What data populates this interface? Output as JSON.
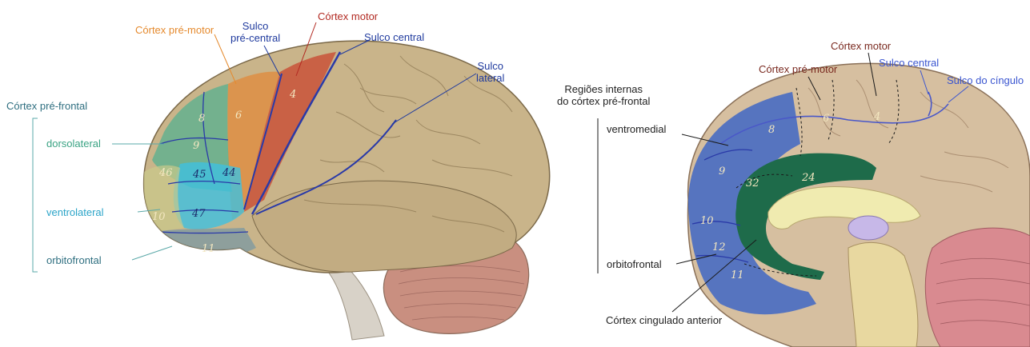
{
  "left_panel": {
    "labels": {
      "cortex_pre_motor": "Córtex pré-motor",
      "sulco_pre_central": "Sulco\npré-central",
      "cortex_motor": "Córtex motor",
      "sulco_central": "Sulco central",
      "sulco_lateral": "Sulco\nlateral",
      "cortex_pre_frontal": "Córtex pré-frontal",
      "dorsolateral": "dorsolateral",
      "ventrolateral": "ventrolateral",
      "orbitofrontal": "orbitofrontal"
    },
    "areas": {
      "a4": "4",
      "a6": "6",
      "a8": "8",
      "a9": "9",
      "a46": "46",
      "a45": "45",
      "a44": "44",
      "a47": "47",
      "a10": "10",
      "a11": "11"
    }
  },
  "right_panel": {
    "labels": {
      "cortex_motor": "Córtex motor",
      "cortex_pre_motor": "Córtex pré-motor",
      "sulco_central": "Sulco central",
      "sulco_cingulo": "Sulco do cíngulo",
      "regioes_internas": "Regiões internas\ndo córtex pré-frontal",
      "ventromedial": "ventromedial",
      "orbitofrontal": "orbitofrontal",
      "cortex_cingulado_anterior": "Córtex cingulado anterior"
    },
    "areas": {
      "a6": "6",
      "a4": "4",
      "a8": "8",
      "a9": "9",
      "a32": "32",
      "a24": "24",
      "a10": "10",
      "a12": "12",
      "a11": "11"
    }
  },
  "colors": {
    "brain": "#c9b48a",
    "motor": "#c8452e",
    "premotor": "#e08a3a",
    "dorsolateral": "#56b08f",
    "ventrolateral": "#3fc0e0",
    "orbitofrontal": "#7f9aa0",
    "medial_blue": "#3f66c4",
    "cingulate": "#1e6b4a",
    "cerebellum": "#c98f80"
  }
}
